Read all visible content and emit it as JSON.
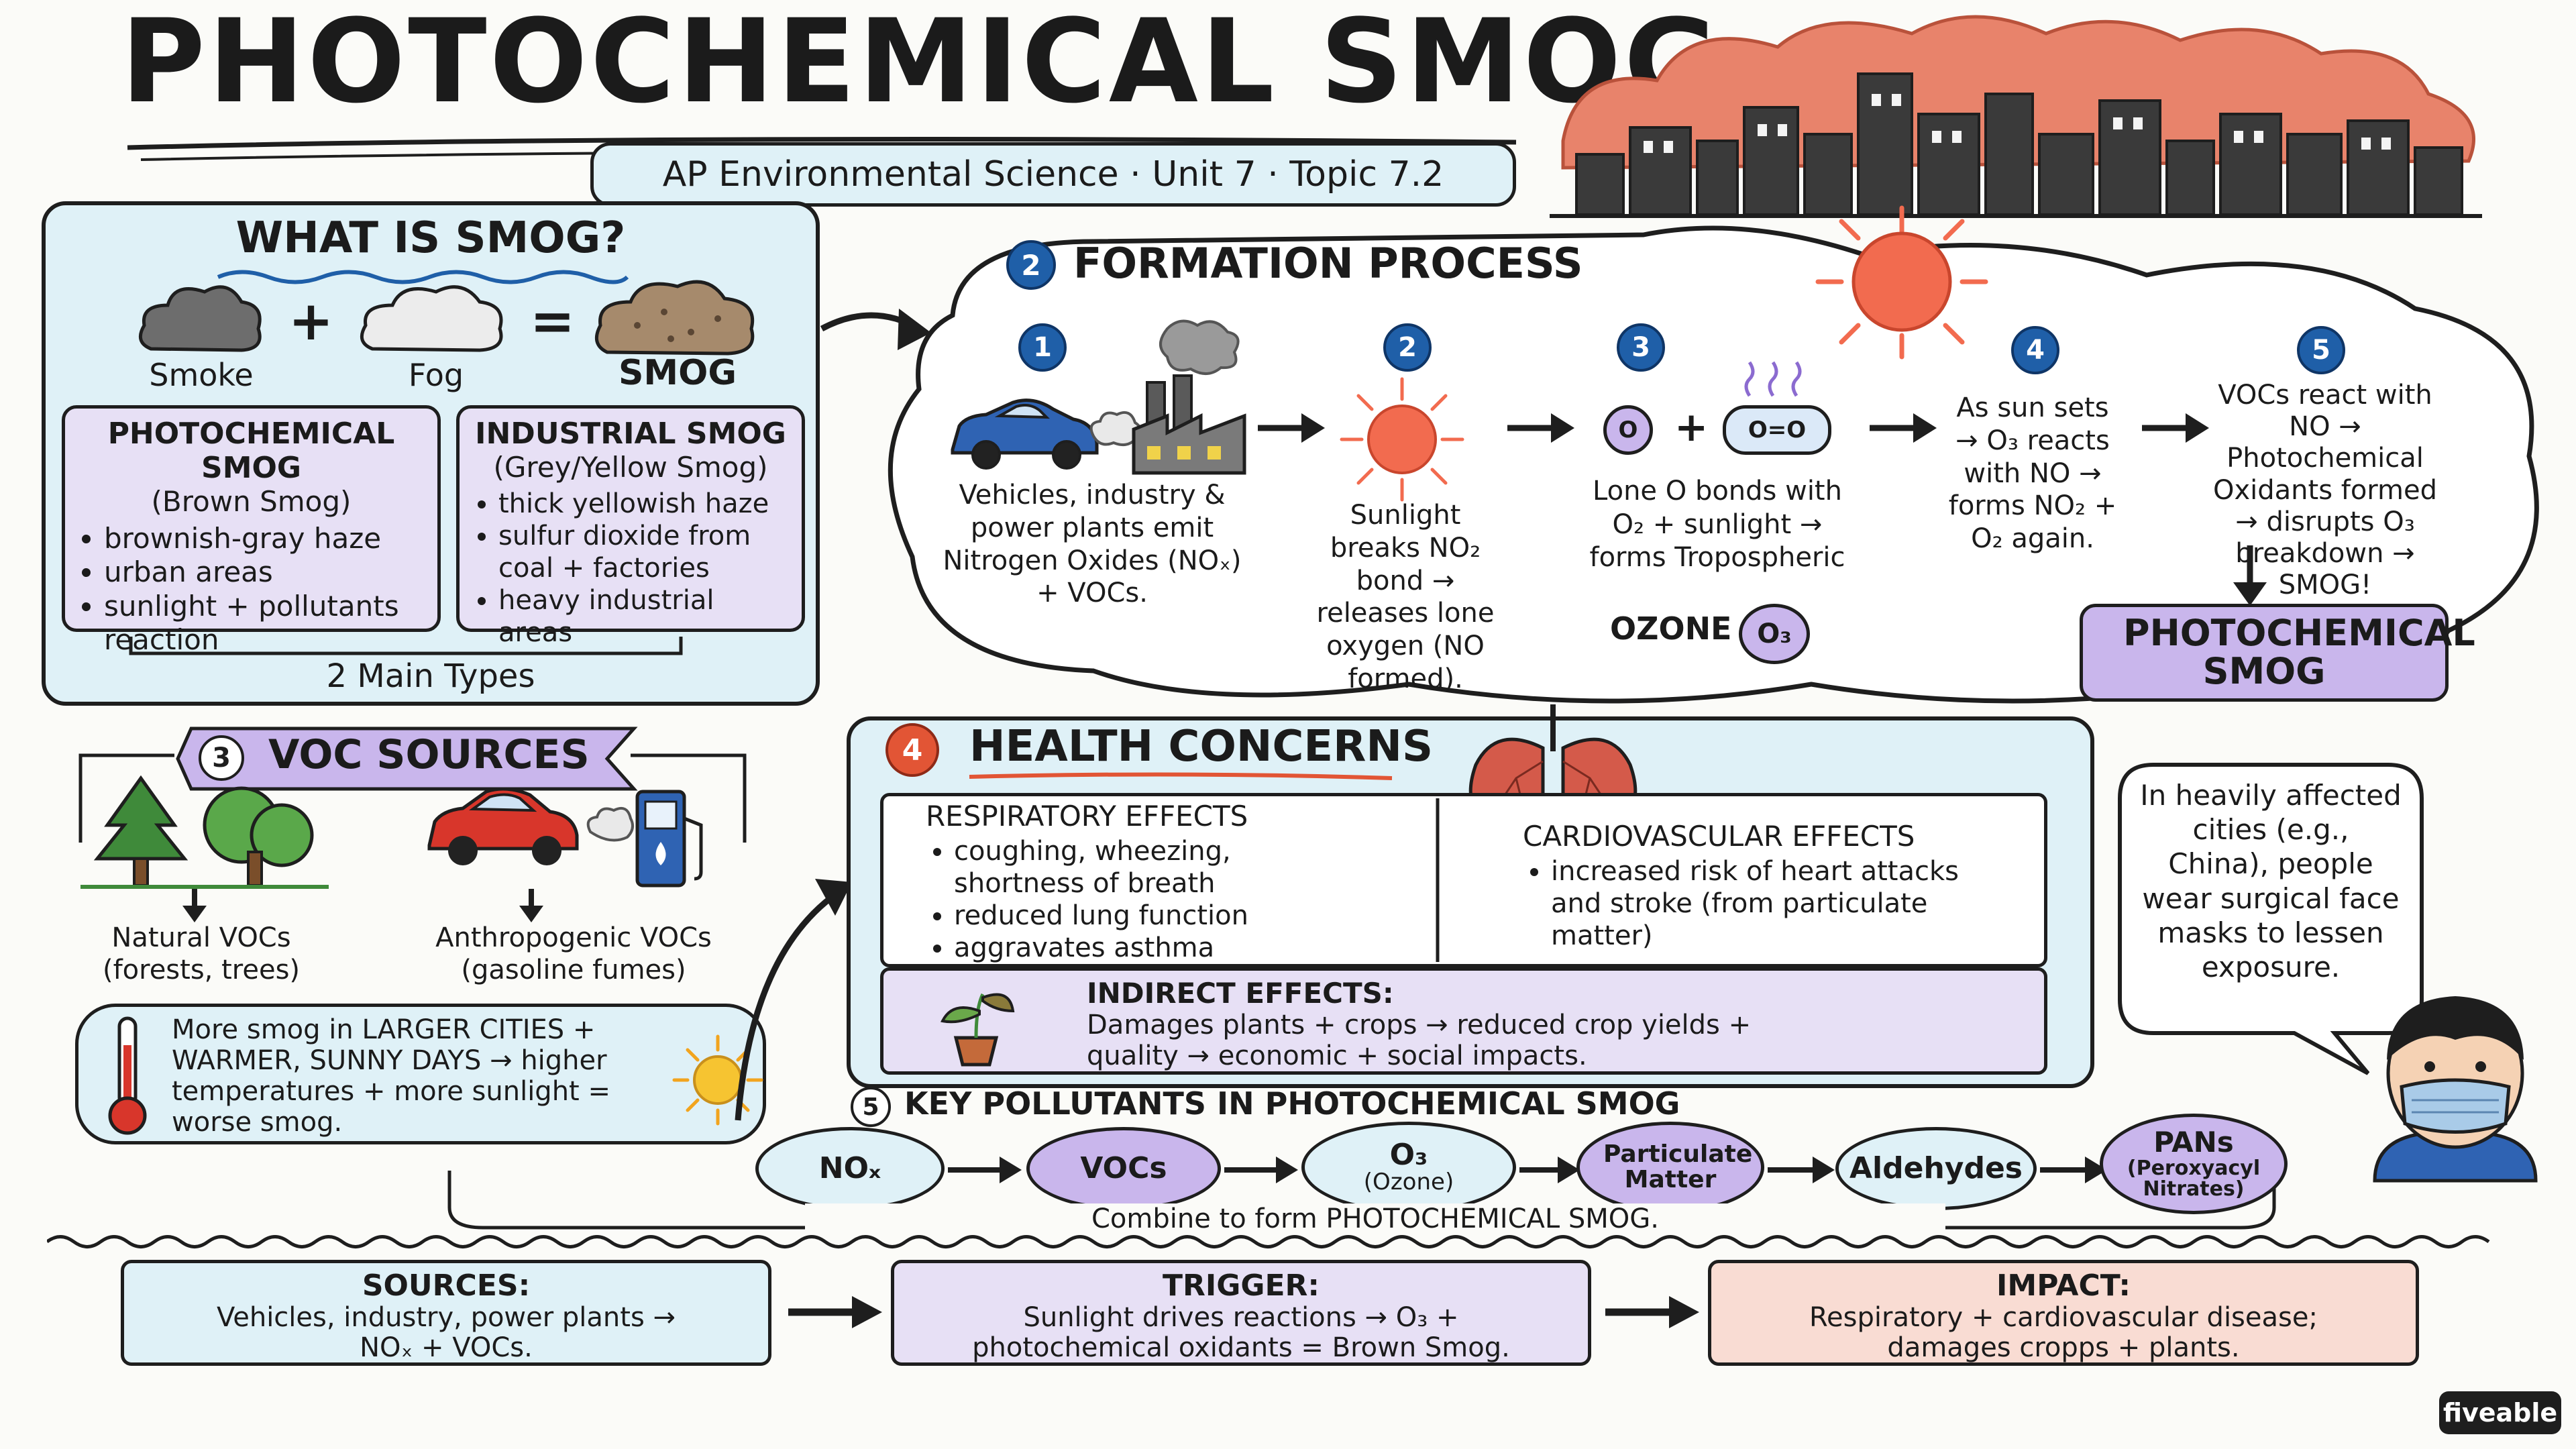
{
  "header": {
    "title": "PHOTOCHEMICAL SMOG",
    "subtitle": "AP Environmental Science · Unit 7 · Topic 7.2"
  },
  "what_is_smog": {
    "heading": "WHAT IS SMOG?",
    "smoke_label": "Smoke",
    "fog_label": "Fog",
    "smog_label": "SMOG",
    "plus": "+",
    "equals": "=",
    "photochemical": {
      "title": "PHOTOCHEMICAL SMOG",
      "subtitle": "(Brown Smog)",
      "bullets": [
        "brownish-gray haze",
        "urban areas",
        "sunlight + pollutants reaction"
      ]
    },
    "industrial": {
      "title": "INDUSTRIAL SMOG",
      "subtitle": "(Grey/Yellow Smog)",
      "bullets": [
        "thick yellowish haze",
        "sulfur dioxide from coal + factories",
        "heavy industrial areas"
      ]
    },
    "footer": "2 Main Types"
  },
  "formation": {
    "badge": "2",
    "heading": "FORMATION PROCESS",
    "steps": [
      {
        "num": "1",
        "text": "Vehicles, industry & power plants emit Nitrogen Oxides (NOₓ) + VOCs."
      },
      {
        "num": "2",
        "text": "Sunlight breaks NO₂ bond → releases lone oxygen (NO formed)."
      },
      {
        "num": "3",
        "text": "Lone O bonds with O₂ + sunlight → forms Tropospheric",
        "ozone": "OZONE",
        "o3": "O₃",
        "o_label": "O",
        "o2_label": "O=O",
        "plus": "+"
      },
      {
        "num": "4",
        "text": "As sun sets → O₃ reacts with NO → forms NO₂ + O₂ again."
      },
      {
        "num": "5",
        "text": "VOCs react with NO → Photochemical Oxidants formed → disrupts O₃ breakdown → SMOG!"
      }
    ],
    "result": "PHOTOCHEMICAL SMOG"
  },
  "voc_sources": {
    "badge": "3",
    "heading": "VOC SOURCES",
    "natural": "Natural VOCs (forests, trees)",
    "anthropogenic": "Anthropogenic VOCs (gasoline fumes)",
    "note": "More smog in LARGER CITIES + WARMER, SUNNY DAYS → higher temperatures + more sunlight = worse smog."
  },
  "health": {
    "badge": "4",
    "heading": "HEALTH CONCERNS",
    "respiratory": {
      "title": "RESPIRATORY EFFECTS",
      "bullets": [
        "coughing, wheezing, shortness of breath",
        "reduced lung function",
        "aggravates asthma"
      ]
    },
    "cardio": {
      "title": "CARDIOVASCULAR EFFECTS",
      "bullets": [
        "increased risk of heart attacks and stroke (from particulate matter)"
      ]
    },
    "indirect": {
      "title": "INDIRECT EFFECTS:",
      "text": "Damages plants + crops → reduced crop yields + quality → economic + social impacts."
    },
    "speech": "In heavily affected cities (e.g., China), people wear surgical face masks to lessen exposure."
  },
  "pollutants": {
    "badge": "5",
    "heading": "KEY POLLUTANTS IN PHOTOCHEMICAL SMOG",
    "items": [
      {
        "main": "NOₓ",
        "sub": ""
      },
      {
        "main": "VOCs",
        "sub": ""
      },
      {
        "main": "O₃",
        "sub": "(Ozone)"
      },
      {
        "main": "Particulate Matter",
        "sub": ""
      },
      {
        "main": "Aldehydes",
        "sub": ""
      },
      {
        "main": "PANs",
        "sub": "(Peroxyacyl Nitrates)"
      }
    ],
    "caption": "Combine to form PHOTOCHEMICAL SMOG."
  },
  "summary": {
    "sources": {
      "title": "SOURCES:",
      "text": "Vehicles, industry, power plants → NOₓ + VOCs."
    },
    "trigger": {
      "title": "TRIGGER:",
      "text": "Sunlight drives reactions → O₃ + photochemical oxidants = Brown Smog."
    },
    "impact": {
      "title": "IMPACT:",
      "text": "Respiratory + cardiovascular disease; damages cropps + plants."
    }
  },
  "brand": "fiveable",
  "colors": {
    "light_blue": "#dff1f7",
    "lavender": "#e7e0f5",
    "peach": "#f9dcd3",
    "sun": "#f26b4f",
    "city_sky": "#e8836b",
    "badge_blue": "#1f5fa8",
    "badge_red": "#e25535"
  }
}
